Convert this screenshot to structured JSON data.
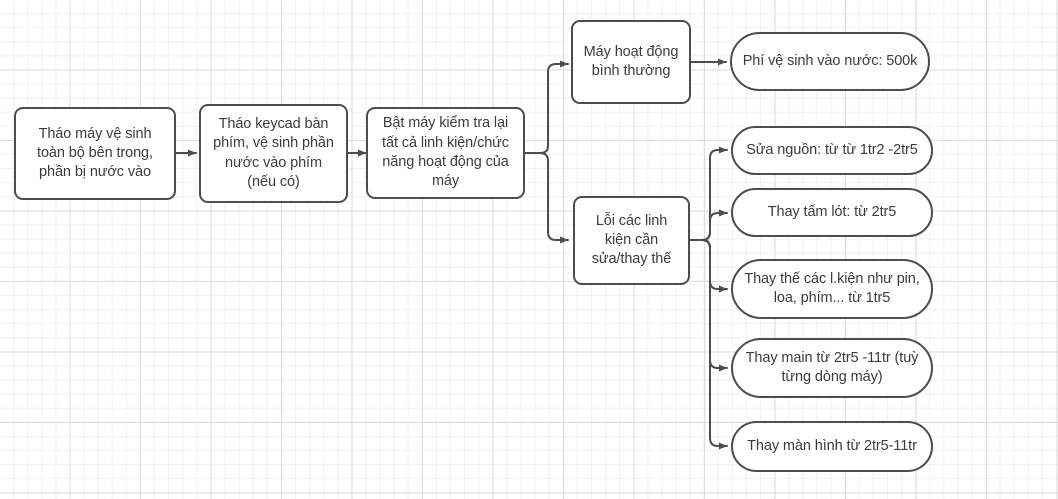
{
  "diagram": {
    "title": "Quy trinh ve sinh may vao nuoc",
    "language": "vi",
    "background": "graph-paper-grid",
    "colors": {
      "node_border": "#4d4d4d",
      "node_fill": "#ffffff",
      "text": "#3c3c3c",
      "edge": "#4d4d4d",
      "grid_minor": "#f1f1f1",
      "grid_major": "#dcdcdc",
      "page": "#ffffff"
    }
  },
  "nodes": {
    "step1": {
      "label": "Tháo máy vệ sinh toàn bộ bên trong, phần bị nước vào",
      "shape": "rounded-rect"
    },
    "step2": {
      "label": "Tháo keycad bàn phím, vệ sinh phần nước vào phím (nếu có)",
      "shape": "rounded-rect"
    },
    "step3": {
      "label": "Bật máy kiểm tra lại tất cả linh kiện/chức năng hoạt động của máy",
      "shape": "rounded-rect"
    },
    "branch_ok": {
      "label": "Máy hoạt động bình thường",
      "shape": "rounded-rect"
    },
    "branch_error": {
      "label": "Lỗi các linh kiện cần sửa/thay thế",
      "shape": "rounded-rect"
    },
    "outcome_ok": {
      "label": "Phí vệ sinh vào nước: 500k",
      "shape": "pill"
    },
    "outcome_1": {
      "label": "Sửa nguồn: từ từ 1tr2 -2tr5",
      "shape": "pill"
    },
    "outcome_2": {
      "label": "Thay tấm lót: từ 2tr5",
      "shape": "pill"
    },
    "outcome_3": {
      "label": "Thay thế các l.kiện như pin, loa, phím... từ 1tr5",
      "shape": "pill"
    },
    "outcome_4": {
      "label": "Thay main từ 2tr5 -11tr (tuỳ từng dòng máy)",
      "shape": "pill"
    },
    "outcome_5": {
      "label": "Thay màn hình từ 2tr5-11tr",
      "shape": "pill"
    }
  },
  "edges": [
    {
      "from": "step1",
      "to": "step2",
      "type": "arrow-right"
    },
    {
      "from": "step2",
      "to": "step3",
      "type": "arrow-right"
    },
    {
      "from": "step3",
      "to": "branch_ok",
      "type": "arrow-split-up"
    },
    {
      "from": "step3",
      "to": "branch_error",
      "type": "arrow-split-down"
    },
    {
      "from": "branch_ok",
      "to": "outcome_ok",
      "type": "arrow-right"
    },
    {
      "from": "branch_error",
      "to": "outcome_1",
      "type": "arrow-split-up"
    },
    {
      "from": "branch_error",
      "to": "outcome_2",
      "type": "arrow-split-up"
    },
    {
      "from": "branch_error",
      "to": "outcome_3",
      "type": "arrow-split-down"
    },
    {
      "from": "branch_error",
      "to": "outcome_4",
      "type": "arrow-split-down"
    },
    {
      "from": "branch_error",
      "to": "outcome_5",
      "type": "arrow-split-down"
    }
  ]
}
